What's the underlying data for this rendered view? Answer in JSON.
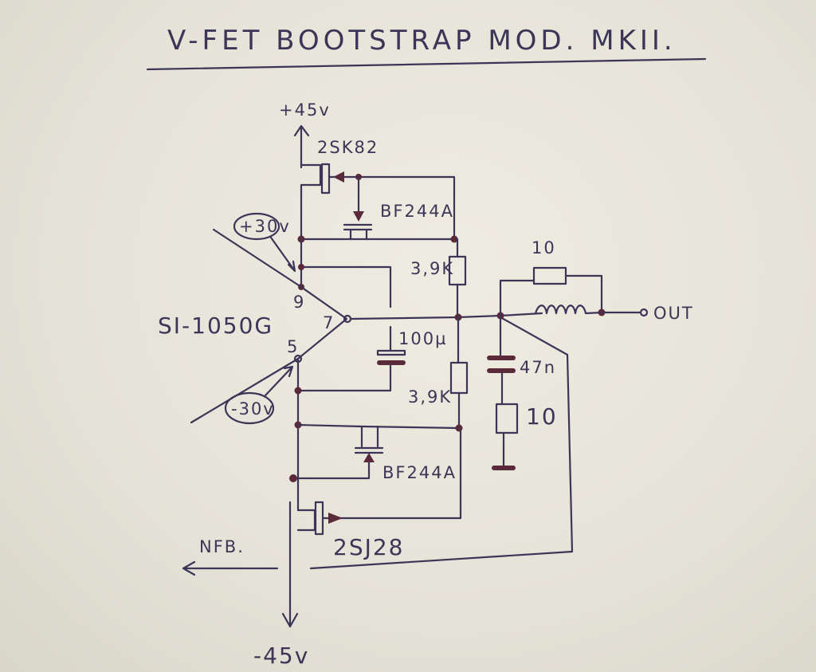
{
  "title": "V-FET BOOTSTRAP MOD. MKII.",
  "rails": {
    "positive": "+45v",
    "negative": "-45v"
  },
  "transistors": {
    "top_vfet": "2SK82",
    "top_jfet": "BF244A",
    "bottom_jfet": "BF244A",
    "bottom_vfet": "2SJ28"
  },
  "ic": {
    "name": "SI-1050G",
    "pin_9": "9",
    "pin_5": "5",
    "pin_7": "7"
  },
  "supplies": {
    "pos": "+30v",
    "neg": "-30v"
  },
  "components": {
    "r_top": "3,9K",
    "r_bottom": "3,9K",
    "cap": "100µ",
    "r_out": "10",
    "zobel_c": "47n",
    "zobel_r": "10"
  },
  "labels": {
    "out": "OUT",
    "nfb": "NFB."
  }
}
